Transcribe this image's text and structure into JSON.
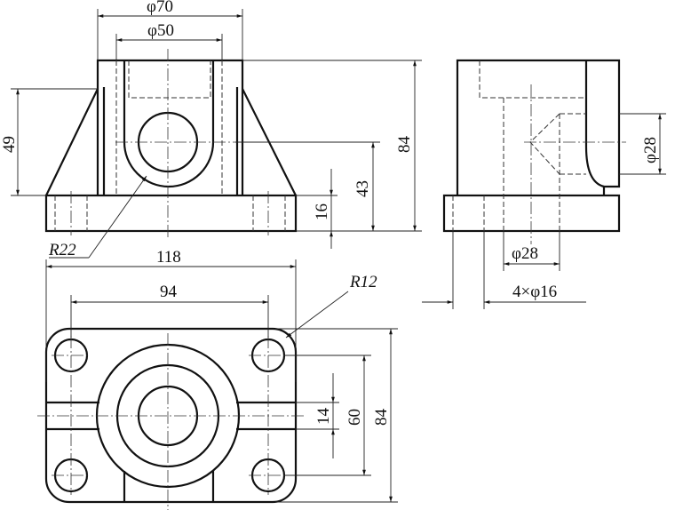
{
  "drawing": {
    "front_view": {
      "dims": {
        "outer_diameter": "φ70",
        "inner_diameter": "φ50",
        "height_gusset": "49",
        "height_total": "84",
        "center_height": "43",
        "base_thickness": "16",
        "radius": "R22"
      }
    },
    "side_view": {
      "dims": {
        "bore_vertical": "φ28",
        "bore_horizontal": "φ28",
        "holes": "4×φ16"
      }
    },
    "top_view": {
      "dims": {
        "overall_length": "118",
        "hole_spacing_x": "94",
        "corner_radius": "R12",
        "rib_width": "14",
        "hole_spacing_y": "60",
        "overall_width": "84"
      }
    }
  }
}
